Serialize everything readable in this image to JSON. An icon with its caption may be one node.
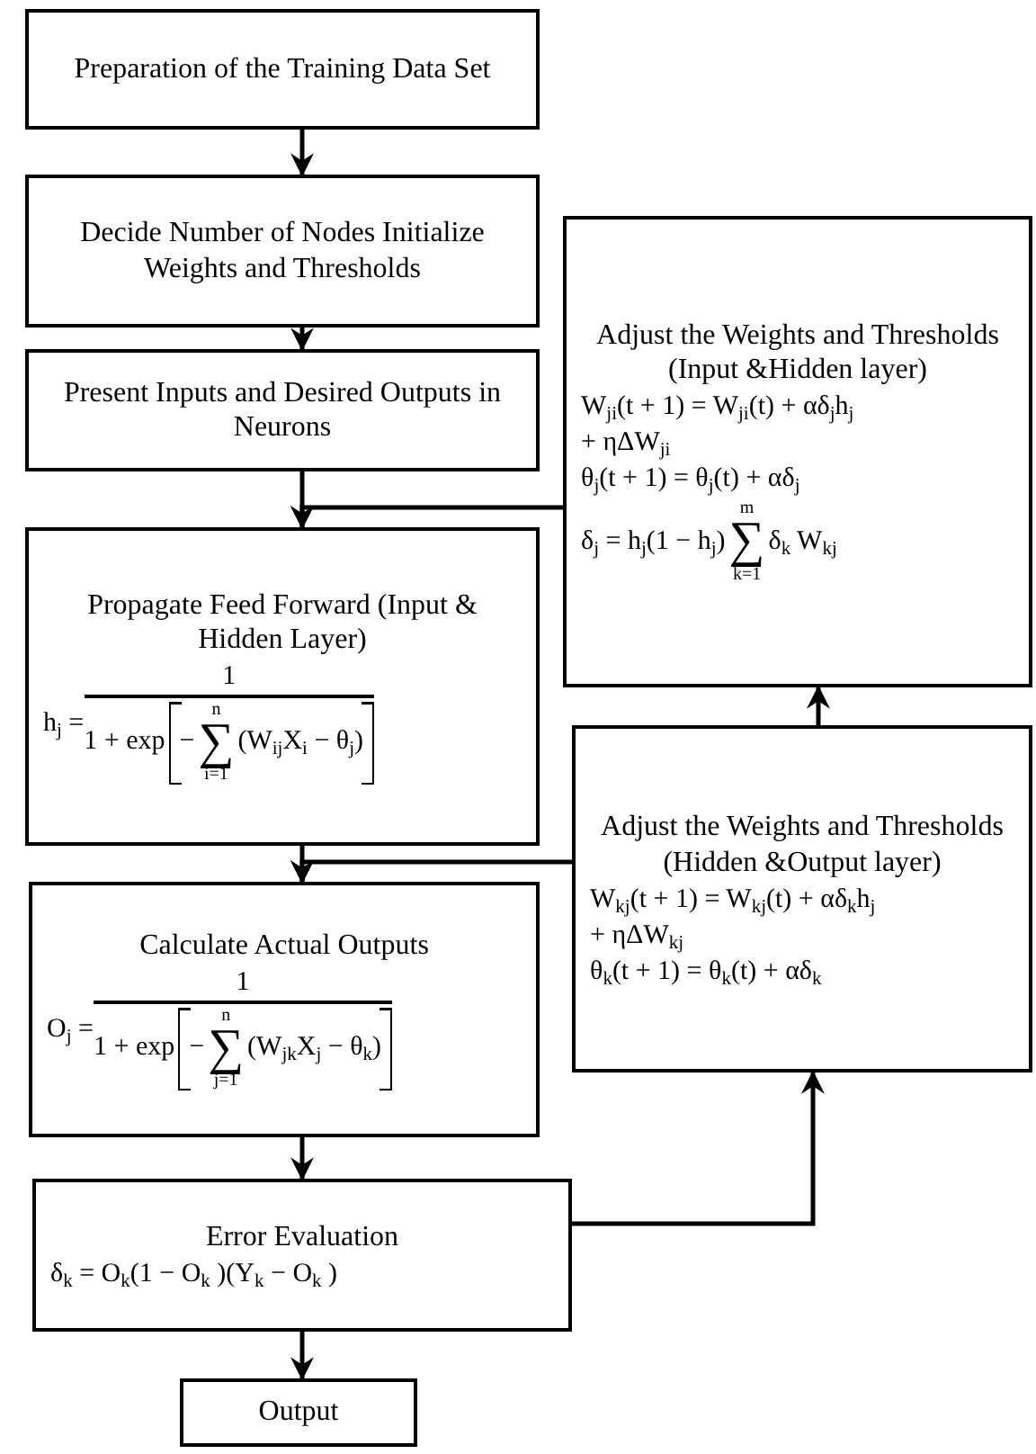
{
  "diagram": {
    "nodes": [
      {
        "text": [
          "Preparation of the Training Data Set"
        ]
      },
      {
        "text": [
          "Decide Number of Nodes Initialize Weights and Thresholds"
        ]
      },
      {
        "text": [
          "Present Inputs and Desired Outputs in Neurons"
        ]
      },
      {
        "text": [
          "Propagate Feed Forward (Input & Hidden Layer)",
          "h$_{j}$ =",
          "1",
          "1 + exp",
          "−",
          "n",
          "∑",
          "i=1",
          "(W$_{ij}$X$_{i}$ − θ$_{j}$)"
        ]
      },
      {
        "text": [
          "Calculate Actual Outputs",
          "O$_{j}$ =",
          "1",
          "1 + exp",
          "−",
          "n",
          "∑",
          "j=1",
          "(W$_{jk}$X$_{j}$ − θ$_{k}$)"
        ]
      },
      {
        "text": [
          "Error Evaluation",
          "δ$_{k}$ = O$_{k}$(1 − O$_{k}$ )(Y$_{k}$ − O$_{k}$ )"
        ]
      },
      {
        "text": [
          "Output"
        ]
      },
      {
        "text": [
          "Adjust the Weights and Thresholds (Input &Hidden layer)",
          "W$_{ji}$(t + 1) = W$_{ji}$(t) + αδ$_{j}$h$_{j}$",
          "+ ηΔW$_{ji}$",
          "θ$_{j}$(t + 1) = θ$_{j}$(t) + αδ$_{j}$",
          "δ$_{j}$ = h$_{j}$(1 − h$_{j}$)",
          "m",
          "∑",
          "k=1",
          "δ$_{k}$ W$_{kj}$"
        ]
      },
      {
        "text": [
          "Adjust the Weights and Thresholds (Hidden &Output layer)",
          "W$_{kj}$(t + 1) = W$_{kj}$(t) + αδ$_{k}$h$_{j}$",
          "+ ηΔW$_{kj}$",
          "θ$_{k}$(t + 1) = θ$_{k}$(t) + αδ$_{k}$"
        ]
      }
    ],
    "edges": [
      {
        "from": 0,
        "to": 1,
        "arrow": "to"
      },
      {
        "from": 1,
        "to": 2,
        "arrow": "to"
      },
      {
        "from": 2,
        "to": 3,
        "arrow": "to"
      },
      {
        "from": 3,
        "to": 4,
        "arrow": "to"
      },
      {
        "from": 4,
        "to": 5,
        "arrow": "to"
      },
      {
        "from": 5,
        "to": 6,
        "arrow": "to"
      },
      {
        "from": 5,
        "to": 8,
        "arrow": "to"
      },
      {
        "from": 8,
        "to": 7,
        "arrow": "to"
      },
      {
        "from": 7,
        "to": 3,
        "arrow": "to"
      },
      {
        "from": 8,
        "to": 4,
        "arrow": "to"
      }
    ]
  }
}
